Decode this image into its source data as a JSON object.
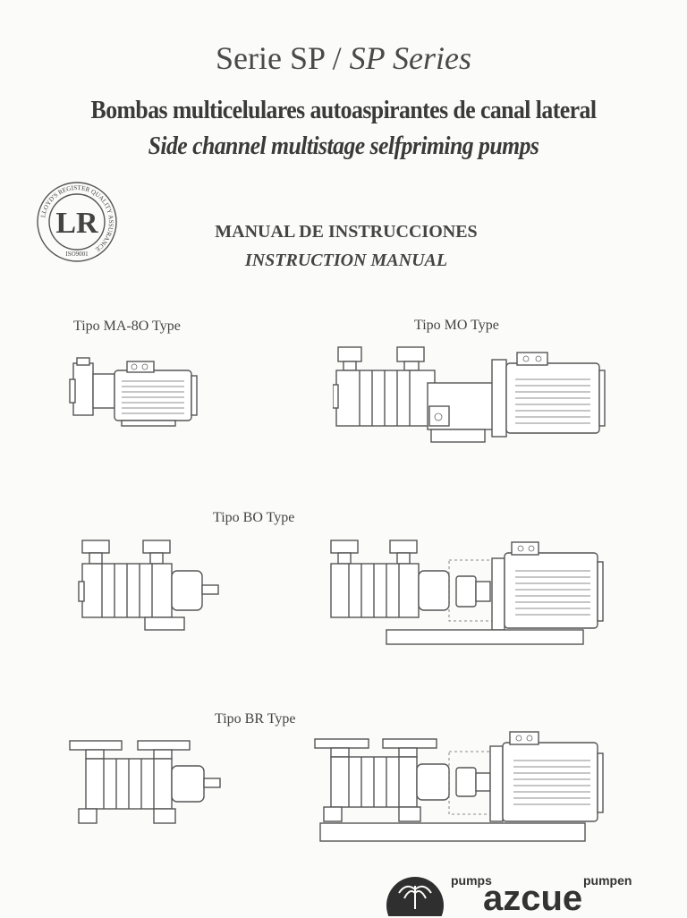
{
  "header": {
    "series_es": "Serie SP /",
    "series_en": "SP Series",
    "subtitle_es": "Bombas multicelulares autoaspirantes de canal lateral",
    "subtitle_en": "Side channel multistage selfpriming pumps"
  },
  "manual": {
    "title_es": "MANUAL DE INSTRUCCIONES",
    "title_en": "INSTRUCTION MANUAL"
  },
  "certification": {
    "ring_text": "LLOYD'S REGISTER QUALITY ASSURANCE",
    "standard": "ISO9001",
    "monogram": "LR"
  },
  "types": {
    "ma": "Tipo MA-8O Type",
    "mo": "Tipo MO Type",
    "bo": "Tipo BO Type",
    "br": "Tipo BR Type"
  },
  "brand": {
    "word_left": "pumps",
    "word_right": "pumpen",
    "name": "azcue"
  }
}
